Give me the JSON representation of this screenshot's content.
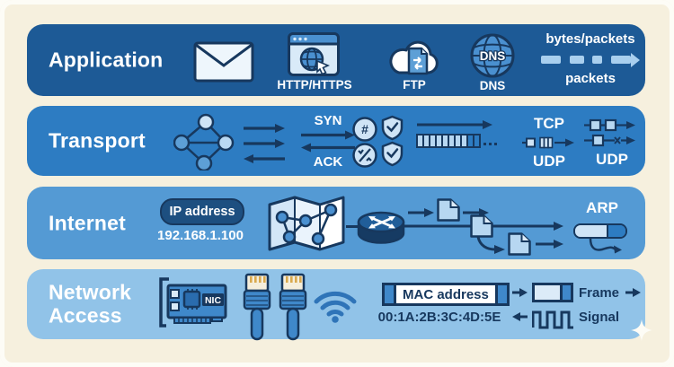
{
  "colors": {
    "background": "#f6f0de",
    "frame": "#fdfcf6",
    "outline_navy": "#17385e",
    "application_band": "#1d5a96",
    "transport_band": "#2d7cc2",
    "internet_band": "#549ad4",
    "network_access_band": "#91c3e8",
    "icon_light_blue": "#cfe4f6",
    "icon_mid_blue": "#4a90d0",
    "text_on_band": "#ffffff"
  },
  "application": {
    "title": "Application",
    "http_label": "HTTP/HTTPS",
    "ftp_label": "FTP",
    "dns_label": "DNS",
    "dns_globe_text": "DNS",
    "bytes_packets_label": "bytes/packets",
    "packets_label": "packets",
    "icons": [
      "envelope-icon",
      "browser-globe-icon",
      "cloud-transfer-icon",
      "dns-globe-icon",
      "packet-stream-icon"
    ]
  },
  "transport": {
    "title": "Transport",
    "syn_label": "SYN",
    "ack_label": "ACK",
    "hash_symbol": "#",
    "tcp_label": "TCP",
    "udp_label": "UDP",
    "udp2_label": "UDP",
    "icons": [
      "node-graph-icon",
      "handshake-arrows-icon",
      "sequence-number-icon",
      "checksum-icon",
      "shield-check-icon",
      "segment-stream-icon",
      "tcp-packet-icon",
      "udp-packet-icon"
    ]
  },
  "internet": {
    "title": "Internet",
    "ip_badge": "IP address",
    "ip_value": "192.168.1.100",
    "arp_label": "ARP",
    "icons": [
      "map-route-icon",
      "router-icon",
      "packet-file-icon",
      "arp-probe-icon"
    ]
  },
  "network_access": {
    "title_line1": "Network",
    "title_line2": "Access",
    "nic_label": "NIC",
    "mac_badge": "MAC address",
    "mac_value": "00:1A:2B:3C:4D:5E",
    "frame_label": "Frame",
    "signal_label": "Signal",
    "icons": [
      "nic-card-icon",
      "ethernet-cable-icon",
      "wifi-icon",
      "frame-icon",
      "signal-wave-icon",
      "sparkle-icon"
    ]
  }
}
